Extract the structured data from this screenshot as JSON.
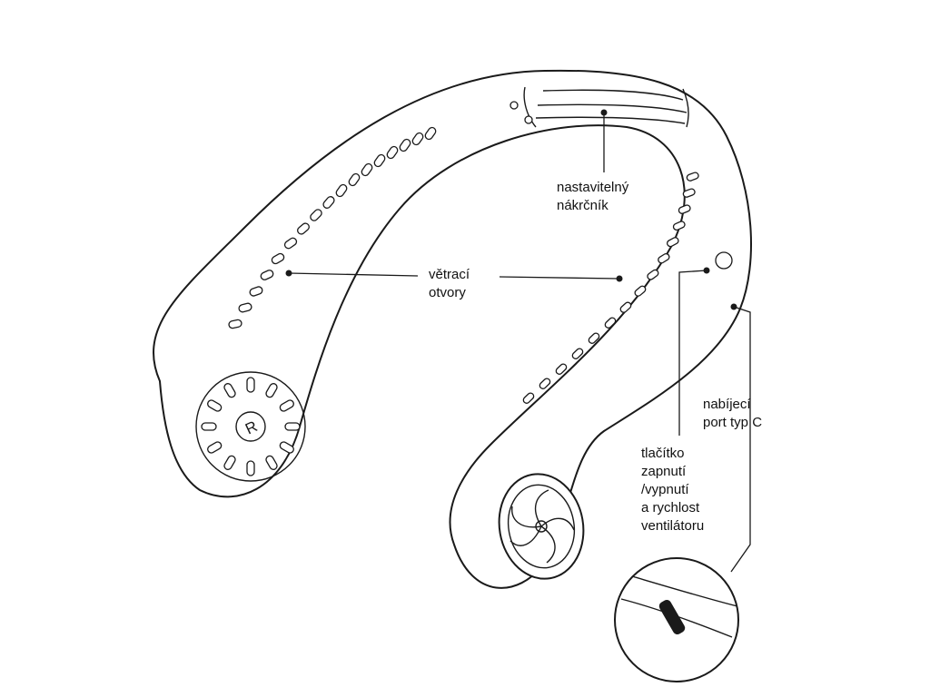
{
  "labels": {
    "neckband": [
      "nastavitelný",
      "nákrčník"
    ],
    "vents": [
      "větrací",
      "otvory"
    ],
    "charging": [
      "nabíjecí",
      "port typ C"
    ],
    "button": [
      "tlačítko",
      "zapnutí",
      "/vypnutí",
      "a rychlost",
      "ventilátoru"
    ]
  },
  "fan_hub_letter": "R",
  "icons": [
    "fan-blades-icon",
    "power-button-icon",
    "usb-c-port-icon"
  ]
}
